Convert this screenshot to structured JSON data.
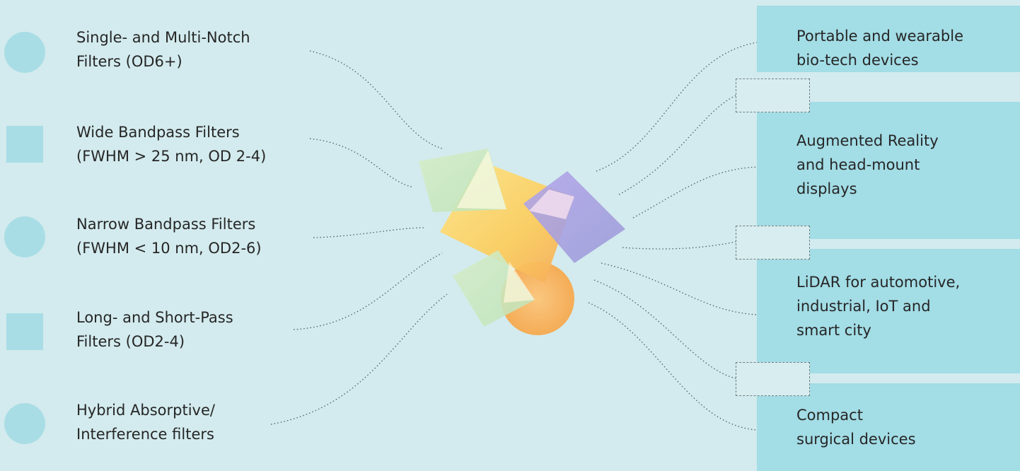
{
  "left_items": [
    {
      "shape": "circle",
      "label": "Single- and Multi-Notch\nFilters (OD6+)"
    },
    {
      "shape": "square",
      "label": "Wide Bandpass Filters\n(FWHM > 25 nm, OD 2-4)"
    },
    {
      "shape": "circle",
      "label": "Narrow Bandpass Filters\n(FWHM < 10 nm, OD2-6)"
    },
    {
      "shape": "square",
      "label": "Long- and Short-Pass\nFilters (OD2-4)"
    },
    {
      "shape": "circle",
      "label": "Hybrid Absorptive/\nInterference filters"
    }
  ],
  "right_items": [
    {
      "label": "Portable and wearable\nbio-tech devices"
    },
    {
      "label": "Augmented Reality\nand head-mount\ndisplays"
    },
    {
      "label": "LiDAR for automotive,\nindustrial, IoT and\nsmart city"
    },
    {
      "label": "Compact\nsurgical devices"
    }
  ],
  "colors": {
    "background": "#d3ebee",
    "marker": "#a9dde6",
    "app_box": "#a3dde6",
    "filter_green": "#c9e8bf",
    "filter_yellow": "#fbd86a",
    "filter_purple": "#a59be0",
    "filter_orange": "#f8b35c"
  }
}
